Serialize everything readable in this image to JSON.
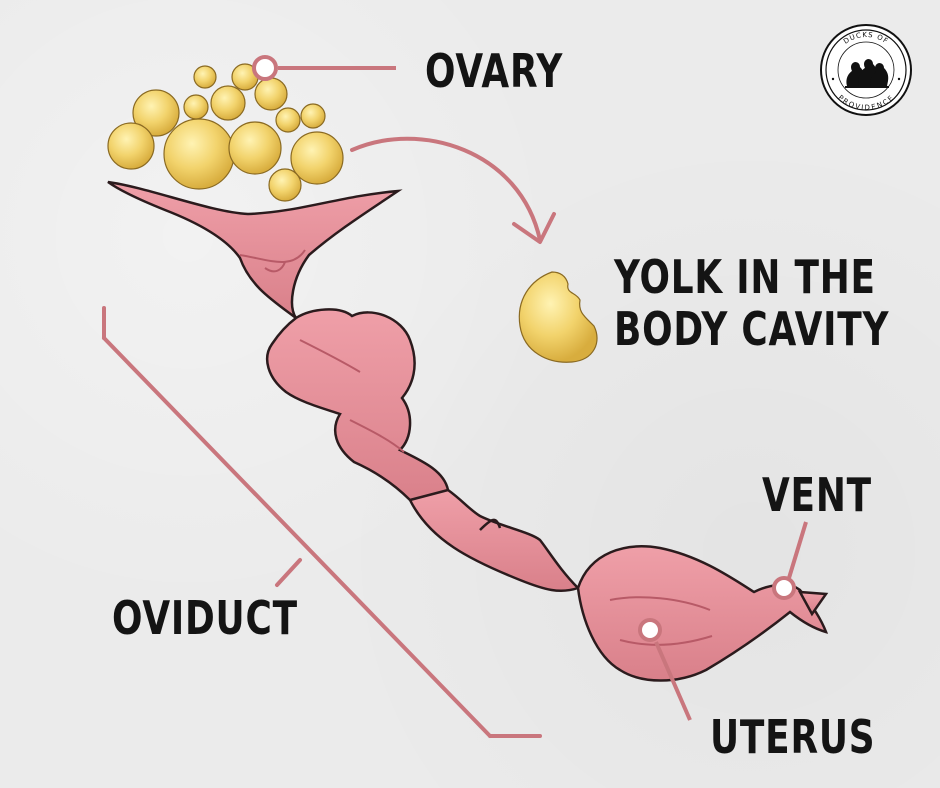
{
  "labels": {
    "ovary": "OVARY",
    "yolk_line1": "YOLK IN THE",
    "yolk_line2": "BODY CAVITY",
    "vent": "VENT",
    "oviduct": "OVIDUCT",
    "uterus": "UTERUS"
  },
  "logo": {
    "top_text": "DUCKS OF",
    "bottom_text": "PROVIDENCE"
  },
  "colors": {
    "background": "#ebebeb",
    "organ_pink": "#e69aa2",
    "organ_dark": "#b85a67",
    "yolk": "#f2d36c",
    "yolk_shadow": "#d8ad3e",
    "callout_line": "#c9767d",
    "label_text": "#141414"
  },
  "icons": [
    "ducks-logo-icon",
    "curved-arrow-icon",
    "yolk-icon",
    "callout-circle-icon"
  ]
}
